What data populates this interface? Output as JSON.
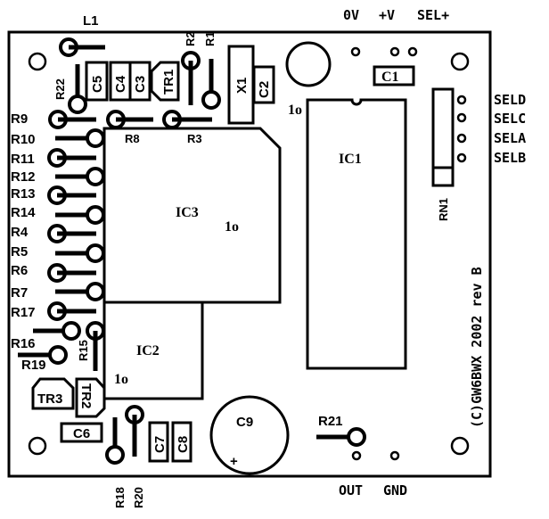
{
  "board": {
    "title": "PCB silkscreen layout",
    "revision_text": "(C)GW6BWX 2002 rev B",
    "colors": {
      "ink": "#000000",
      "background": "#ffffff"
    }
  },
  "connectors": {
    "top": [
      "0V",
      "+V",
      "SEL+"
    ],
    "right": [
      "SELD",
      "SELC",
      "SELA",
      "SELB"
    ],
    "bottom": [
      "OUT",
      "GND"
    ]
  },
  "ics": {
    "ic1": "IC1",
    "ic2": "IC2",
    "ic3": "IC3",
    "pin1_marker": "1o"
  },
  "components": {
    "L1": "L1",
    "R1": "R1",
    "R2": "R2",
    "R3": "R3",
    "R4": "R4",
    "R5": "R5",
    "R6": "R6",
    "R7": "R7",
    "R8": "R8",
    "R9": "R9",
    "R10": "R10",
    "R11": "R11",
    "R12": "R12",
    "R13": "R13",
    "R14": "R14",
    "R15": "R15",
    "R16": "R16",
    "R17": "R17",
    "R18": "R18",
    "R19": "R19",
    "R20": "R20",
    "R21": "R21",
    "R22": "R22",
    "C1": "C1",
    "C2": "C2",
    "C3": "C3",
    "C4": "C4",
    "C5": "C5",
    "C6": "C6",
    "C7": "C7",
    "C8": "C8",
    "C9": "C9",
    "TR1": "TR1",
    "TR2": "TR2",
    "TR3": "TR3",
    "X1": "X1",
    "RN1": "RN1",
    "C9_polarity": "+"
  }
}
